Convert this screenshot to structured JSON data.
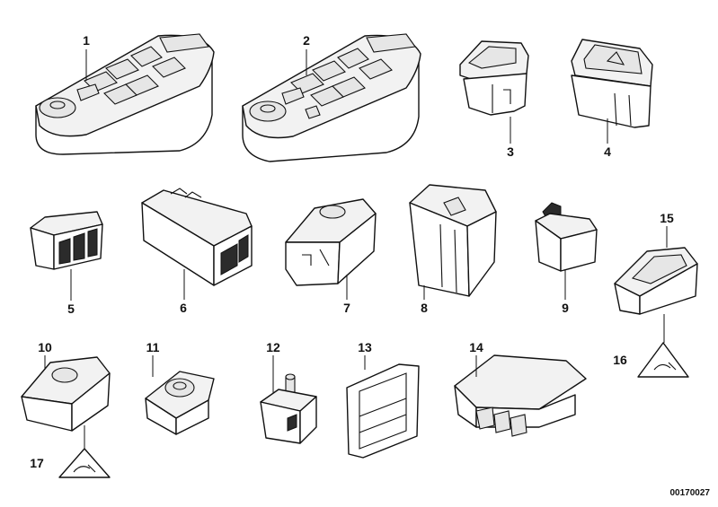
{
  "parts": [
    {
      "number": "1"
    },
    {
      "number": "2"
    },
    {
      "number": "3"
    },
    {
      "number": "4"
    },
    {
      "number": "5"
    },
    {
      "number": "6"
    },
    {
      "number": "7"
    },
    {
      "number": "8"
    },
    {
      "number": "9"
    },
    {
      "number": "10"
    },
    {
      "number": "11"
    },
    {
      "number": "12"
    },
    {
      "number": "13"
    },
    {
      "number": "14"
    },
    {
      "number": "15"
    },
    {
      "number": "16"
    },
    {
      "number": "17"
    }
  ],
  "diagram_code": "00170027"
}
